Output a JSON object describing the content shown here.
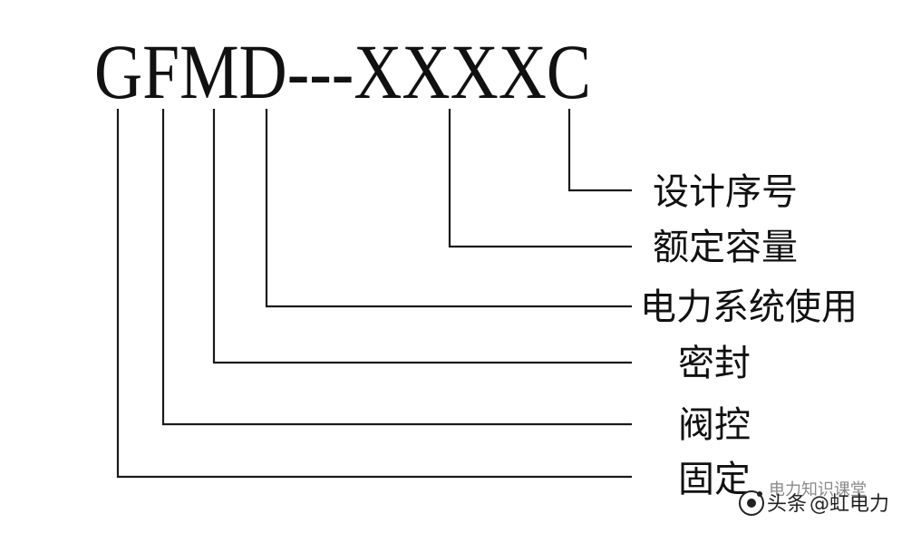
{
  "model_code": {
    "text": "GFMD---XXXXC"
  },
  "labels": {
    "design_serial": "设计序号",
    "rated_capacity": "额定容量",
    "power_system_use": "电力系统使用",
    "sealed": "密封",
    "valve_regulated": "阀控",
    "fixed": "固定"
  },
  "watermark": {
    "platform": "头条",
    "account": "@虹电力",
    "faint_text": "电力知识课堂"
  }
}
